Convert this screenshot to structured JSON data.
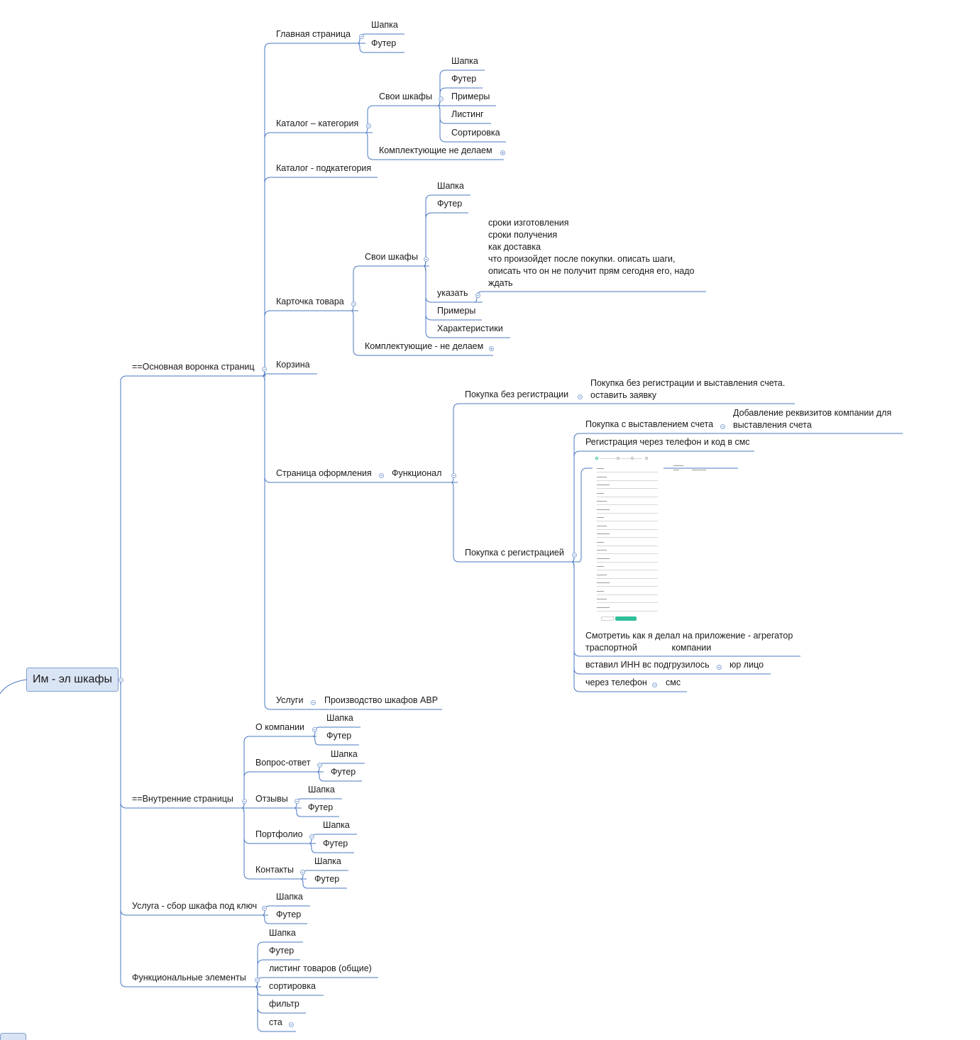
{
  "root": {
    "label": "Им - эл шкафы"
  },
  "nodes": [
    {
      "id": "main_funnel",
      "label": "==Основная воронка страниц",
      "children": [
        {
          "id": "home",
          "label": "Главная страница",
          "children": [
            {
              "id": "home_header",
              "label": "Шапка"
            },
            {
              "id": "home_footer",
              "label": "Футер"
            }
          ]
        },
        {
          "id": "catalog_cat",
          "label": "Каталог – категория",
          "children": [
            {
              "id": "cat_own",
              "label": "Свои шкафы",
              "children": [
                {
                  "id": "cat_own_header",
                  "label": "Шапка"
                },
                {
                  "id": "cat_own_footer",
                  "label": "Футер"
                },
                {
                  "id": "cat_own_examples",
                  "label": "Примеры"
                },
                {
                  "id": "cat_own_listing",
                  "label": "Листинг"
                },
                {
                  "id": "cat_own_sort",
                  "label": "Сортировка"
                }
              ]
            },
            {
              "id": "cat_parts",
              "label": "Комплектующие  не делаем",
              "collapsed": true
            }
          ]
        },
        {
          "id": "catalog_sub",
          "label": "Каталог - подкатегория"
        },
        {
          "id": "product",
          "label": "Карточка товара",
          "children": [
            {
              "id": "prod_own",
              "label": "Свои шкафы",
              "children": [
                {
                  "id": "prod_own_header",
                  "label": "Шапка"
                },
                {
                  "id": "prod_own_footer",
                  "label": "Футер"
                },
                {
                  "id": "prod_own_specify",
                  "label": "указать",
                  "children": [
                    {
                      "id": "prod_own_specify_note",
                      "label": "сроки изготовления\nсроки получения\nкак доставка\nчто произойдет после покупки. описать шаги,\nописать что он не получит прям сегодня его, надо\nждать"
                    }
                  ]
                },
                {
                  "id": "prod_own_examples",
                  "label": "Примеры"
                },
                {
                  "id": "prod_own_specs",
                  "label": "Характеристики"
                }
              ]
            },
            {
              "id": "prod_parts",
              "label": "Комплектующие - не делаем",
              "collapsed": true
            }
          ]
        },
        {
          "id": "cart",
          "label": "Корзина"
        },
        {
          "id": "checkout",
          "label": "Страница оформления",
          "children": [
            {
              "id": "func",
              "label": "Функционал",
              "children": [
                {
                  "id": "no_reg",
                  "label": "Покупка без регистрации",
                  "children": [
                    {
                      "id": "no_reg_note",
                      "label": "Покупка без регистрации и выставления счета.\nоставить заявку"
                    }
                  ]
                },
                {
                  "id": "with_reg",
                  "label": "Покупка с регистрацией",
                  "children": [
                    {
                      "id": "invoice",
                      "label": "Покупка с выставлением счета",
                      "children": [
                        {
                          "id": "invoice_note",
                          "label": "Добавление реквизитов компании для\nвыставления счета"
                        }
                      ]
                    },
                    {
                      "id": "reg_phone",
                      "label": "Регистрация через телефон и код в смс"
                    },
                    {
                      "id": "form_preview",
                      "label": ""
                    },
                    {
                      "id": "see_app",
                      "label": "Смотретиь как я делал на приложение - агрегатор\nтраспортной              компании"
                    },
                    {
                      "id": "inn",
                      "label": "вставил ИНН вс подгрузилось",
                      "children": [
                        {
                          "id": "inn_legal",
                          "label": "юр лицо"
                        }
                      ]
                    },
                    {
                      "id": "via_phone",
                      "label": "через телефон",
                      "children": [
                        {
                          "id": "via_phone_sms",
                          "label": "смс"
                        }
                      ]
                    }
                  ]
                }
              ]
            }
          ]
        },
        {
          "id": "services",
          "label": "Услуги",
          "children": [
            {
              "id": "services_avr",
              "label": "Производство шкафов АВР"
            }
          ]
        }
      ]
    },
    {
      "id": "internal",
      "label": "==Внутренние страницы",
      "children": [
        {
          "id": "about",
          "label": "О компании",
          "children": [
            {
              "id": "about_header",
              "label": "Шапка"
            },
            {
              "id": "about_footer",
              "label": "Футер"
            }
          ]
        },
        {
          "id": "faq",
          "label": "Вопрос-ответ",
          "children": [
            {
              "id": "faq_header",
              "label": "Шапка"
            },
            {
              "id": "faq_footer",
              "label": "Футер"
            }
          ]
        },
        {
          "id": "reviews",
          "label": "Отзывы",
          "children": [
            {
              "id": "reviews_header",
              "label": "Шапка"
            },
            {
              "id": "reviews_footer",
              "label": "Футер"
            }
          ]
        },
        {
          "id": "portfolio",
          "label": "Портфолио",
          "children": [
            {
              "id": "portfolio_header",
              "label": "Шапка"
            },
            {
              "id": "portfolio_footer",
              "label": "Футер"
            }
          ]
        },
        {
          "id": "contacts",
          "label": "Контакты",
          "children": [
            {
              "id": "contacts_header",
              "label": "Шапка"
            },
            {
              "id": "contacts_footer",
              "label": "Футер"
            }
          ]
        }
      ]
    },
    {
      "id": "turnkey",
      "label": "Услуга - сбор шкафа под ключ",
      "children": [
        {
          "id": "turnkey_header",
          "label": "Шапка"
        },
        {
          "id": "turnkey_footer",
          "label": "Футер"
        }
      ]
    },
    {
      "id": "func_el",
      "label": "Функциональные элементы",
      "children": [
        {
          "id": "fe_header",
          "label": "Шапка"
        },
        {
          "id": "fe_footer",
          "label": "Футер"
        },
        {
          "id": "fe_listing",
          "label": "листинг товаров (общие)"
        },
        {
          "id": "fe_sort",
          "label": "сортировка"
        },
        {
          "id": "fe_filter",
          "label": "фильтр"
        },
        {
          "id": "fe_sta",
          "label": "ста"
        }
      ]
    }
  ],
  "colors": {
    "line": "#4a78c2",
    "toggle": "#8aa6d6",
    "root_fill": "#d9e4f4",
    "root_border": "#7f9fce",
    "text": "#1a1a1a"
  }
}
